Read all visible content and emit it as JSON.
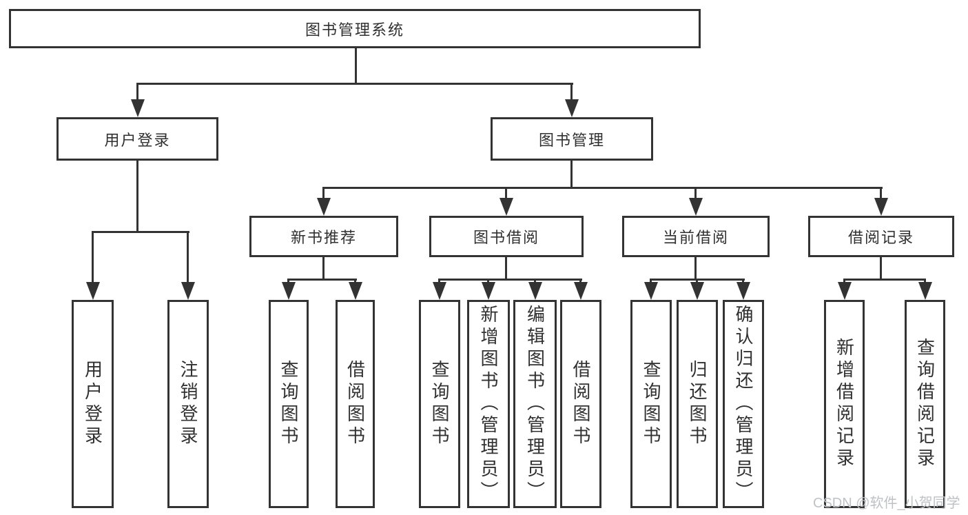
{
  "page": {
    "watermark": "CSDN @软件_小贺同学"
  },
  "colors": {
    "line": "#333333",
    "text": "#303030",
    "watermark": "#bfc2c5",
    "background": "#ffffff"
  },
  "tree": {
    "root": {
      "label": "图书管理系统"
    },
    "branches": [
      {
        "label": "用户登录",
        "children": [
          {
            "label": "用户登录"
          },
          {
            "label": "注销登录"
          }
        ]
      },
      {
        "label": "图书管理",
        "children": [
          {
            "label": "新书推荐",
            "children": [
              {
                "label": "查询图书"
              },
              {
                "label": "借阅图书"
              }
            ]
          },
          {
            "label": "图书借阅",
            "children": [
              {
                "label": "查询图书"
              },
              {
                "label": "新增图书（管理员）"
              },
              {
                "label": "编辑图书（管理员）"
              },
              {
                "label": "借阅图书"
              }
            ]
          },
          {
            "label": "当前借阅",
            "children": [
              {
                "label": "查询图书"
              },
              {
                "label": "归还图书"
              },
              {
                "label": "确认归还（管理员）"
              }
            ]
          },
          {
            "label": "借阅记录",
            "children": [
              {
                "label": "新增借阅记录"
              },
              {
                "label": "查询借阅记录"
              }
            ]
          }
        ]
      }
    ]
  }
}
